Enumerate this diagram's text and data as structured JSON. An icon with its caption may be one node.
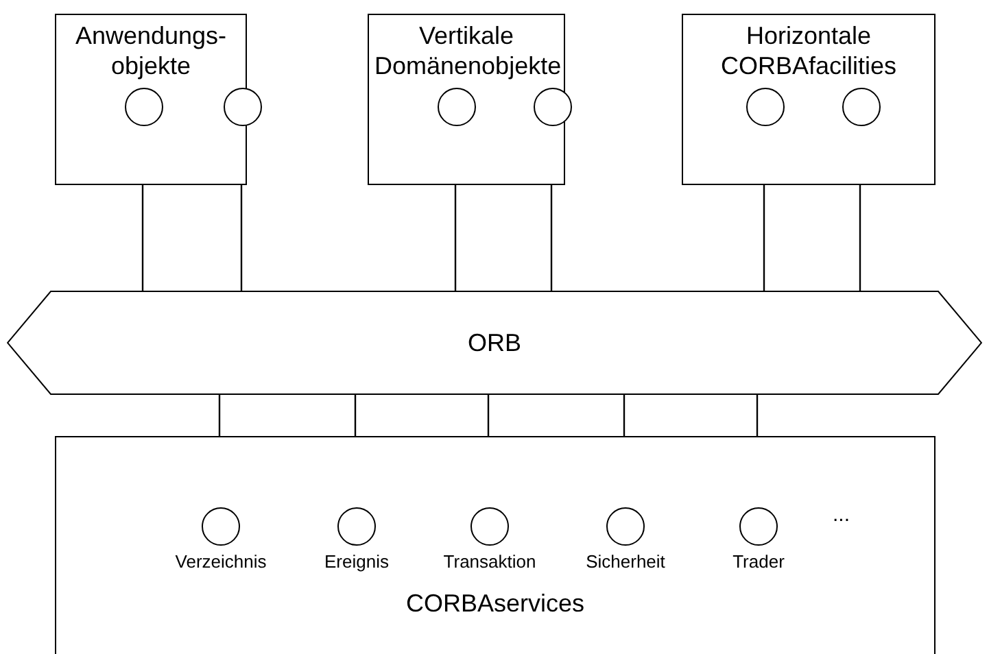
{
  "diagram": {
    "nodes": [
      {
        "text": [
          "Anwendungs- objekte"
        ]
      },
      {
        "text": [],
        "shape": "circle",
        "in": 0
      },
      {
        "text": [],
        "shape": "circle",
        "in": 0
      },
      {
        "text": [
          "Vertikale Domänenobjekte"
        ]
      },
      {
        "text": [],
        "shape": "circle",
        "in": 3
      },
      {
        "text": [],
        "shape": "circle",
        "in": 3
      },
      {
        "text": [
          "Horizontale CORBAfacilities"
        ]
      },
      {
        "text": [],
        "shape": "circle",
        "in": 6
      },
      {
        "text": [],
        "shape": "circle",
        "in": 6
      },
      {
        "text": [
          "ORB"
        ]
      },
      {
        "text": [
          "CORBAservices"
        ]
      },
      {
        "text": [],
        "shape": "circle",
        "in": 10,
        "beside": [
          "Verzeichnis"
        ]
      },
      {
        "text": [],
        "shape": "circle",
        "in": 10,
        "beside": [
          "Ereignis"
        ]
      },
      {
        "text": [],
        "shape": "circle",
        "in": 10,
        "beside": [
          "Transaktion"
        ]
      },
      {
        "text": [],
        "shape": "circle",
        "in": 10,
        "beside": [
          "Sicherheit"
        ]
      },
      {
        "text": [],
        "shape": "circle",
        "in": 10,
        "beside": [
          "Trader"
        ]
      }
    ],
    "edges": [
      {
        "from": 1,
        "to": 9,
        "arrow": "none"
      },
      {
        "from": 2,
        "to": 9,
        "arrow": "none"
      },
      {
        "from": 4,
        "to": 9,
        "arrow": "none"
      },
      {
        "from": 5,
        "to": 9,
        "arrow": "none"
      },
      {
        "from": 7,
        "to": 9,
        "arrow": "none"
      },
      {
        "from": 8,
        "to": 9,
        "arrow": "none"
      },
      {
        "from": 9,
        "to": 11,
        "arrow": "none"
      },
      {
        "from": 9,
        "to": 12,
        "arrow": "none"
      },
      {
        "from": 9,
        "to": 13,
        "arrow": "none"
      },
      {
        "from": 9,
        "to": 14,
        "arrow": "none"
      },
      {
        "from": 9,
        "to": 15,
        "arrow": "none"
      }
    ],
    "labels": [
      "..."
    ]
  }
}
